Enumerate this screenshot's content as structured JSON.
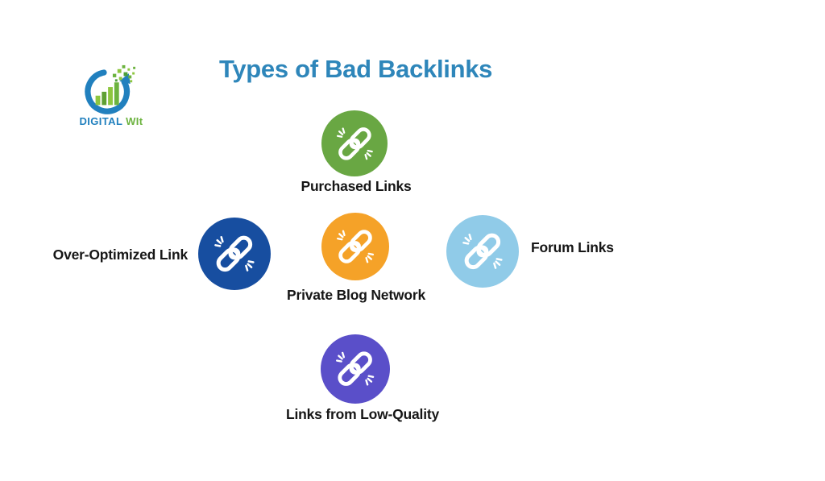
{
  "logo": {
    "text_primary": "DIGITAL",
    "text_secondary": "WIt",
    "color_primary": "#2180BE",
    "color_secondary": "#6CB33F"
  },
  "title": {
    "text": "Types of Bad Backlinks",
    "color": "#2E86BA"
  },
  "styles": {
    "label_color": "#161616",
    "icon_color": "#FFFFFF",
    "background": "#FFFFFF"
  },
  "nodes": [
    {
      "id": "purchased-links",
      "label": "Purchased Links",
      "color": "#69A743",
      "label_position": "below"
    },
    {
      "id": "over-optimized-link",
      "label": "Over-Optimized Link",
      "color": "#174EA0",
      "label_position": "left"
    },
    {
      "id": "private-blog-network",
      "label": "Private Blog Network",
      "color": "#F5A228",
      "label_position": "below"
    },
    {
      "id": "forum-links",
      "label": "Forum Links",
      "color": "#90CBE8",
      "label_position": "right"
    },
    {
      "id": "links-from-low-quality",
      "label": "Links from Low-Quality",
      "color": "#5A4FC9",
      "label_position": "below"
    }
  ]
}
